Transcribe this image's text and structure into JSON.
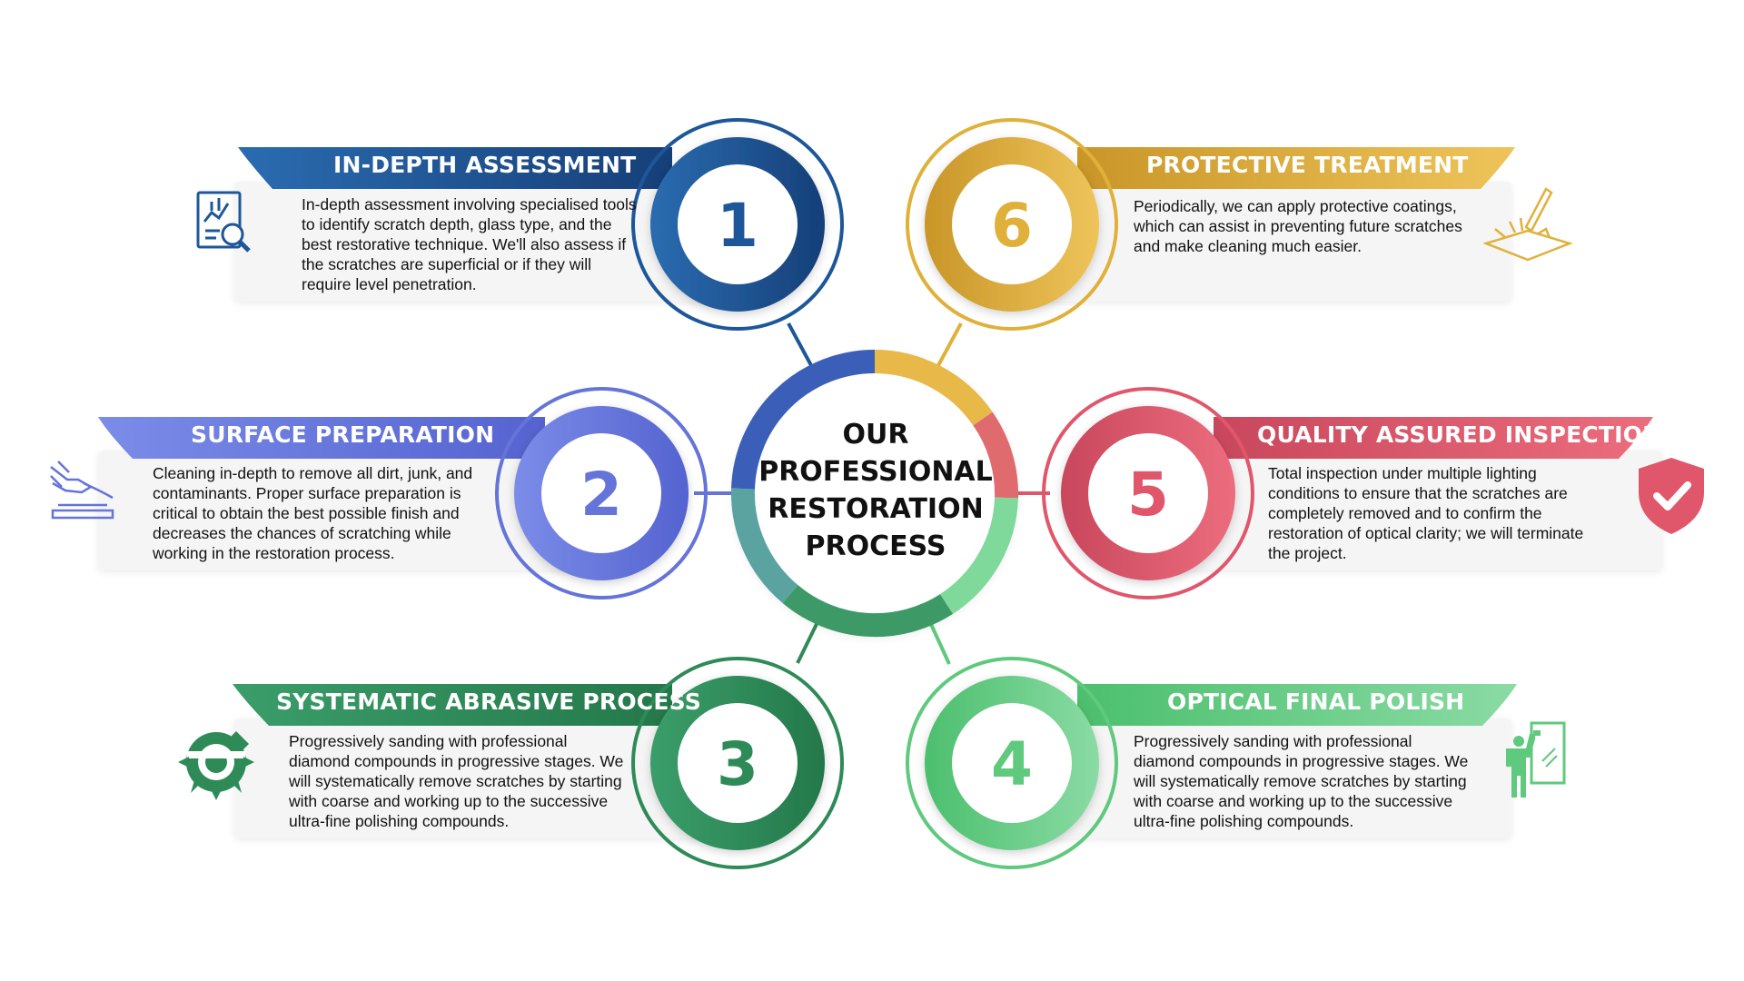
{
  "center": {
    "line1": "OUR",
    "line2": "PROFESSIONAL",
    "line3": "RESTORATION",
    "line4": "PROCESS"
  },
  "steps": [
    {
      "number": "1",
      "title": "IN-DEPTH ASSESSMENT",
      "text": "In-depth assessment involving specialised tools to identify scratch depth, glass type, and the best restorative technique. We'll also assess if the scratches are superficial or if they will require level penetration.",
      "color": "#1e5799",
      "icon": "assessment-report-icon"
    },
    {
      "number": "2",
      "title": "SURFACE PREPARATION",
      "text": "Cleaning in-depth to remove all dirt, junk, and contaminants. Proper surface preparation is critical to obtain the best possible finish and decreases the chances of scratching while working in the restoration process.",
      "color": "#6474d8",
      "icon": "hand-cleaning-icon"
    },
    {
      "number": "3",
      "title": "SYSTEMATIC ABRASIVE PROCESS",
      "text": "Progressively sanding with professional diamond compounds in progressive stages. We will systematically remove scratches by starting with coarse and working up to the successive ultra-fine polishing compounds.",
      "color": "#2e8b57",
      "icon": "circular-saw-icon"
    },
    {
      "number": "4",
      "title": "OPTICAL FINAL POLISH",
      "text": "Progressively sanding with professional diamond compounds in progressive stages. We will systematically remove scratches by starting with coarse and working up to the successive ultra-fine polishing compounds.",
      "color": "#5fc97e",
      "icon": "window-cleaner-icon"
    },
    {
      "number": "5",
      "title": "QUALITY ASSURED INSPECTION",
      "text": "Total inspection under multiple lighting conditions to ensure that the scratches are completely removed and to confirm the restoration of optical clarity; we will terminate the project.",
      "color": "#e0566b",
      "icon": "shield-check-icon"
    },
    {
      "number": "6",
      "title": "PROTECTIVE TREATMENT",
      "text": "Periodically, we can apply protective coatings, which can assist in preventing future scratches and make cleaning much easier.",
      "color": "#e0b13a",
      "icon": "coating-application-icon"
    }
  ]
}
